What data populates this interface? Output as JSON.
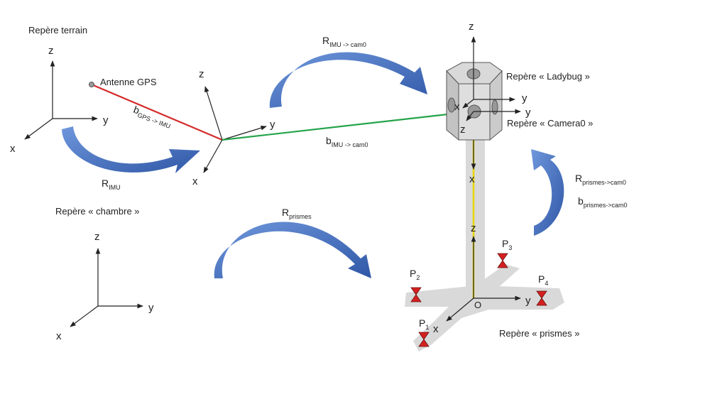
{
  "colors": {
    "rotation_arrow": "#3a62b0",
    "rotation_arrow_light": "#5b86cf",
    "gps_imu_link": "#d42a2a",
    "imu_cam0_link": "#24a44a",
    "camera_vertical_axis": "#e8d800",
    "prism_marker": "#d42020",
    "ladybug_body": "#cfcfcf",
    "base_plate": "#d9d9d9",
    "axis_line": "#222222"
  },
  "frames": {
    "terrain": {
      "title": "Repère terrain",
      "axes": [
        "z",
        "y",
        "x"
      ]
    },
    "imu": {
      "axes": [
        "z",
        "y",
        "x"
      ]
    },
    "chambre": {
      "title": "Repère « chambre »",
      "axes": [
        "z",
        "y",
        "x"
      ]
    },
    "ladybug": {
      "title": "Repère « Ladybug »",
      "axes": [
        "z",
        "y",
        "x"
      ]
    },
    "camera0": {
      "title": "Repère « Camera0 »",
      "axes": [
        "y",
        "z",
        "x"
      ]
    },
    "prismes": {
      "title": "Repère « prismes »",
      "axes": [
        "z",
        "y",
        "x"
      ],
      "origin": "O"
    }
  },
  "points": {
    "gps_antenna": "Antenne GPS"
  },
  "transforms": {
    "r_imu": {
      "base": "R",
      "sub": "IMU"
    },
    "b_gps_imu": {
      "base": "b",
      "sub": "GPS -> IMU"
    },
    "r_imu_cam0": {
      "base": "R",
      "sub": "IMU -> cam0"
    },
    "b_imu_cam0": {
      "base": "b",
      "sub": "IMU -> cam0"
    },
    "r_prismes": {
      "base": "R",
      "sub": "prismes"
    },
    "r_prismes_cam0": {
      "base": "R",
      "sub": "prismes->cam0"
    },
    "b_prismes_cam0": {
      "base": "b",
      "sub": "prismes->cam0"
    }
  },
  "prisms": [
    {
      "base": "P",
      "sub": "1"
    },
    {
      "base": "P",
      "sub": "2"
    },
    {
      "base": "P",
      "sub": "3"
    },
    {
      "base": "P",
      "sub": "4"
    }
  ]
}
